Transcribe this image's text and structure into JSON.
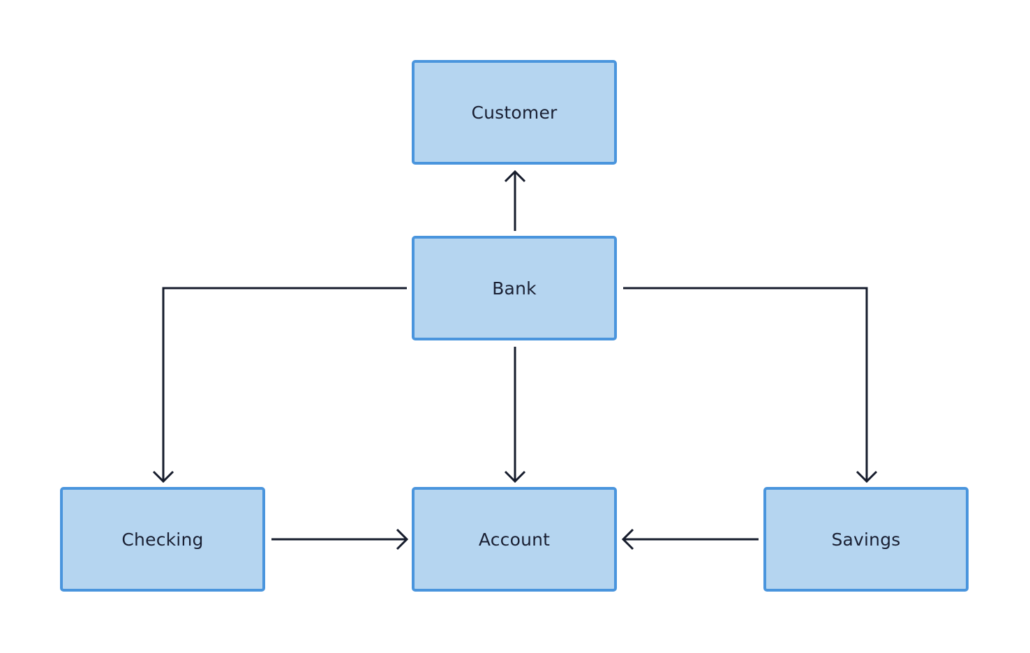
{
  "nodes": {
    "customer": {
      "label": "Customer"
    },
    "bank": {
      "label": "Bank"
    },
    "checking": {
      "label": "Checking"
    },
    "account": {
      "label": "Account"
    },
    "savings": {
      "label": "Savings"
    }
  },
  "edges": [
    {
      "from": "bank",
      "to": "customer"
    },
    {
      "from": "bank",
      "to": "checking"
    },
    {
      "from": "bank",
      "to": "account"
    },
    {
      "from": "bank",
      "to": "savings"
    },
    {
      "from": "checking",
      "to": "account"
    },
    {
      "from": "savings",
      "to": "account"
    }
  ],
  "colors": {
    "node_fill": "#b5d5f0",
    "node_border": "#4a95dd",
    "edge": "#161c2c",
    "text": "#1a2033"
  }
}
